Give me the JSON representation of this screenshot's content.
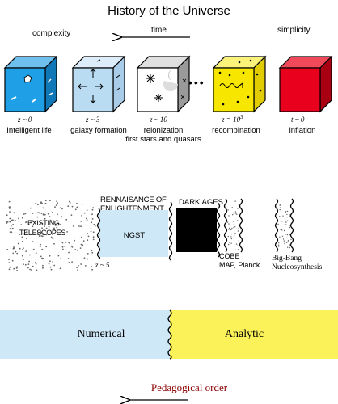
{
  "title": "History of the Universe",
  "top_labels": {
    "complexity": "complexity",
    "time": "time",
    "simplicity": "simplicity"
  },
  "ellipsis": "•••",
  "epochs": [
    {
      "z": "z ~ 0",
      "caption": "Intelligent life",
      "caption2": "",
      "color": "#1fa0e6"
    },
    {
      "z": "z ~ 3",
      "caption": "galaxy formation",
      "caption2": "",
      "color": "#b9dcf3"
    },
    {
      "z": "z ~ 10",
      "caption": "reionization",
      "caption2": "first stars and quasars",
      "color": "#ffffff"
    },
    {
      "z": "z = 10",
      "z_sup": "3",
      "caption": "recombination",
      "caption2": "",
      "color": "#f7e600"
    },
    {
      "z": "t ~ 0",
      "caption": "inflation",
      "caption2": "",
      "color": "#e8001c"
    }
  ],
  "middle": {
    "existing": "EXISTING TELESCOPES",
    "existing_line1": "EXISTING",
    "existing_line2": "TELESCOPES",
    "renaissance_line1": "RENNAISANCE OF",
    "renaissance_line2": "ENLIGHTENMENT",
    "ngst": "NGST",
    "dark_ages": "DARK AGES",
    "z5": "z ~ 5",
    "cobe": "COBE",
    "map_planck": "MAP, Planck",
    "bigbang_line1": "Big-Bang",
    "bigbang_line2": "Nucleosynthesis"
  },
  "bottom": {
    "numerical": "Numerical",
    "analytic": "Analytic",
    "pedagogical": "Pedagogical order"
  },
  "colors": {
    "light_blue": "#cfe8f7",
    "yellow": "#fbf25a",
    "black": "#000000",
    "red_text": "#8b0000"
  }
}
